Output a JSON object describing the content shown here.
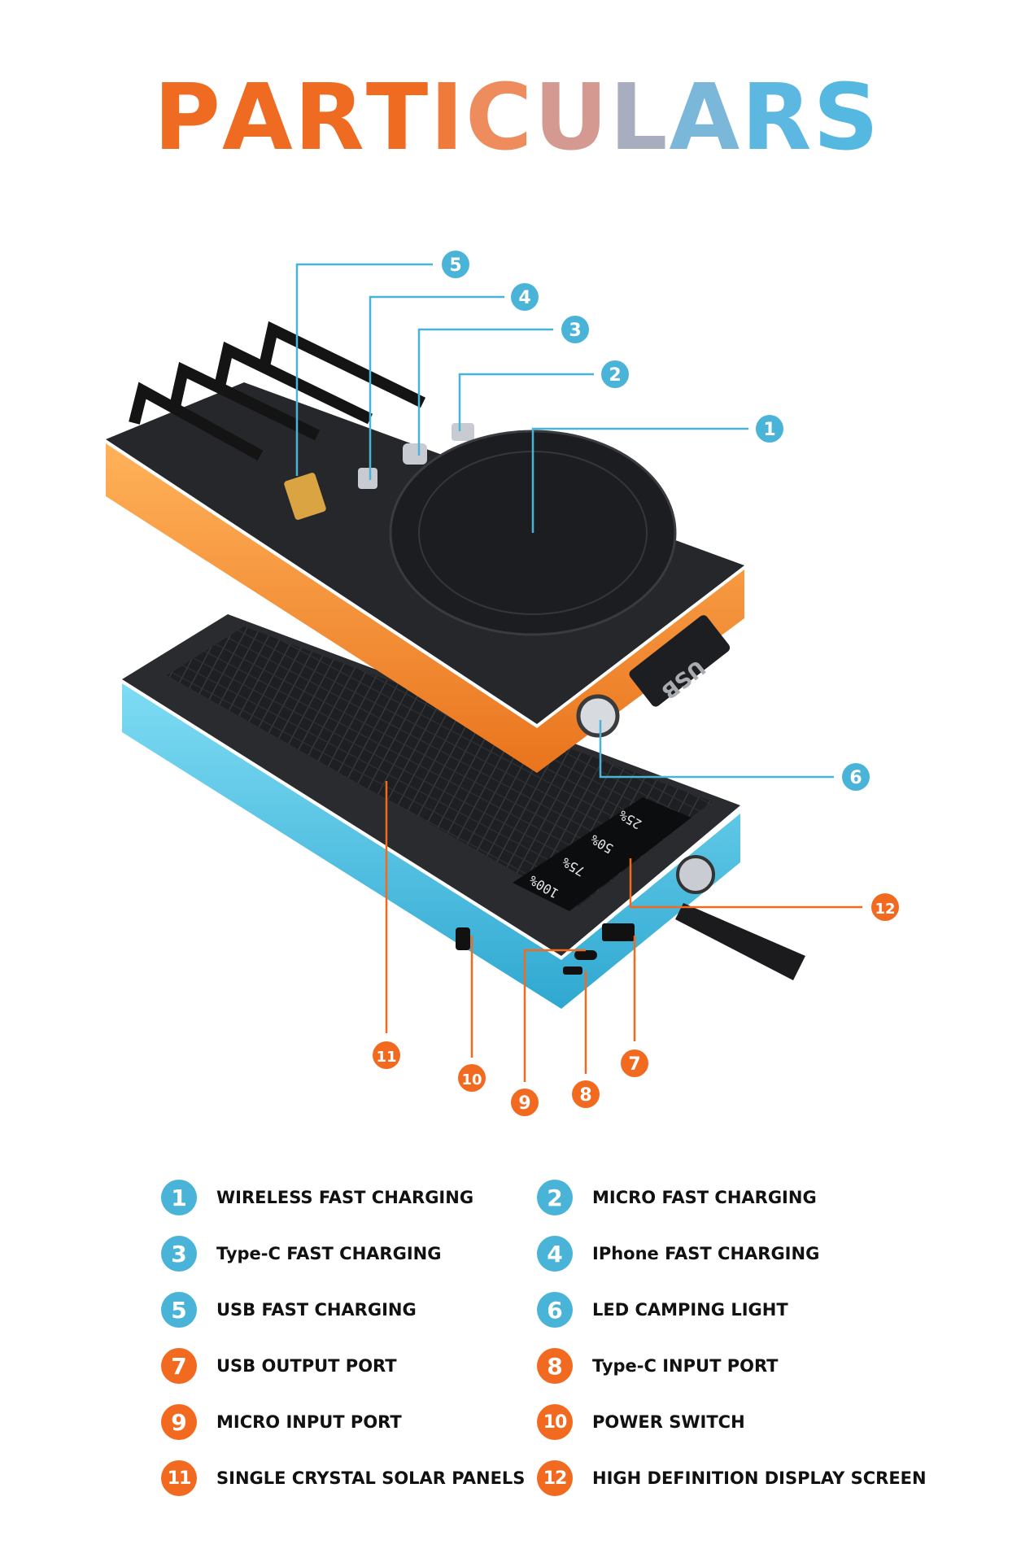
{
  "title": "PARTICULARS",
  "colors": {
    "orange": "#f26a1f",
    "blue": "#4ab3d8"
  },
  "callouts": [
    {
      "n": "1",
      "color": "#4ab3d8"
    },
    {
      "n": "2",
      "color": "#4ab3d8"
    },
    {
      "n": "3",
      "color": "#4ab3d8"
    },
    {
      "n": "4",
      "color": "#4ab3d8"
    },
    {
      "n": "5",
      "color": "#4ab3d8"
    },
    {
      "n": "6",
      "color": "#4ab3d8"
    },
    {
      "n": "7",
      "color": "#f26a1f"
    },
    {
      "n": "8",
      "color": "#f26a1f"
    },
    {
      "n": "9",
      "color": "#f26a1f"
    },
    {
      "n": "10",
      "color": "#f26a1f"
    },
    {
      "n": "11",
      "color": "#f26a1f"
    },
    {
      "n": "12",
      "color": "#f26a1f"
    }
  ],
  "device": {
    "usb_label": "USB",
    "display_readouts": [
      "25%",
      "50%",
      "75%",
      "100%"
    ]
  },
  "legend": [
    {
      "n": "1",
      "label": "WIRELESS FAST CHARGING",
      "color": "#4ab3d8"
    },
    {
      "n": "2",
      "label": "MICRO FAST CHARGING",
      "color": "#4ab3d8"
    },
    {
      "n": "3",
      "label": "Type-C FAST CHARGING",
      "color": "#4ab3d8"
    },
    {
      "n": "4",
      "label": "IPhone FAST CHARGING",
      "color": "#4ab3d8"
    },
    {
      "n": "5",
      "label": "USB FAST CHARGING",
      "color": "#4ab3d8"
    },
    {
      "n": "6",
      "label": "LED CAMPING LIGHT",
      "color": "#4ab3d8"
    },
    {
      "n": "7",
      "label": "USB OUTPUT PORT",
      "color": "#f26a1f"
    },
    {
      "n": "8",
      "label": "Type-C INPUT PORT",
      "color": "#f26a1f"
    },
    {
      "n": "9",
      "label": "MICRO INPUT PORT",
      "color": "#f26a1f"
    },
    {
      "n": "10",
      "label": "POWER SWITCH",
      "color": "#f26a1f"
    },
    {
      "n": "11",
      "label": "SINGLE CRYSTAL SOLAR PANELS",
      "color": "#f26a1f"
    },
    {
      "n": "12",
      "label": "HIGH DEFINITION DISPLAY SCREEN",
      "color": "#f26a1f"
    }
  ]
}
